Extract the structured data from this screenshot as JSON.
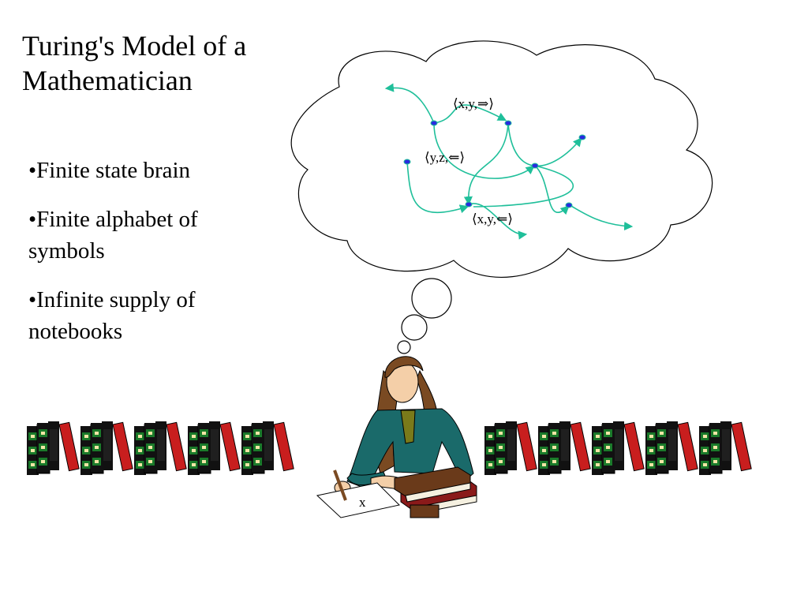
{
  "title": "Turing's Model of a Mathematician",
  "bullets": [
    "•Finite state brain",
    "•Finite alphabet of symbols",
    "•Infinite supply of notebooks"
  ],
  "transition_labels": [
    "⟨x,y,⇒⟩",
    "⟨y,z,⇐⟩",
    "⟨x,y,⇐⟩"
  ],
  "paper_symbol": "x",
  "colors": {
    "arrow": "#1fbf9a",
    "state_node": "#2a2ae0",
    "book_green": "#1a7a2a",
    "book_red": "#c81e1e",
    "book_black": "#111111",
    "jacket": "#1a6a6a",
    "hair": "#7a4a22"
  },
  "icons": [
    "thought-cloud",
    "mathematician-figure",
    "book-stack-icon",
    "pencil-icon"
  ]
}
